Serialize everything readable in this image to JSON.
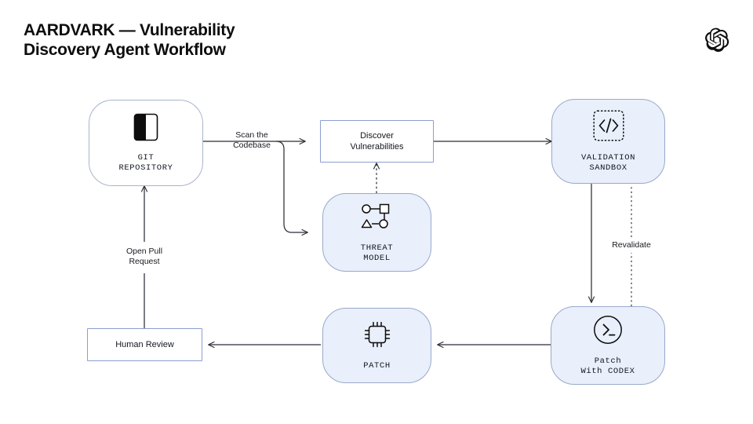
{
  "header": {
    "title": "AARDVARK — Vulnerability\nDiscovery Agent Workflow",
    "logo_icon": "openai-logo-icon"
  },
  "theme": {
    "background": "#ffffff",
    "node_fill_blue": "#e9effb",
    "node_fill_white": "#ffffff",
    "node_border_blue": "#9aa9c9",
    "rect_border": "#8d9fd0",
    "edge_stroke": "#2b2f36",
    "text": "#0d0d0d"
  },
  "diagram": {
    "type": "flowchart",
    "nodes": [
      {
        "id": "git-repository",
        "label": "GIT\nREPOSITORY",
        "shape": "rounded",
        "fill": "white",
        "icon": "book-repository-icon",
        "label_style": "mono"
      },
      {
        "id": "discover-vulnerabilities",
        "label": "Discover\nVulnerabilities",
        "shape": "rect",
        "fill": "white",
        "icon": null,
        "label_style": "sans"
      },
      {
        "id": "threat-model",
        "label": "THREAT\nMODEL",
        "shape": "rounded",
        "fill": "blue",
        "icon": "graph-nodes-icon",
        "label_style": "mono"
      },
      {
        "id": "validation-sandbox",
        "label": "VALIDATION\nSANDBOX",
        "shape": "rounded",
        "fill": "blue",
        "icon": "code-brackets-icon",
        "label_style": "mono"
      },
      {
        "id": "patch-with-codex",
        "label": "Patch\nWith CODEX",
        "shape": "rounded",
        "fill": "blue",
        "icon": "terminal-prompt-icon",
        "label_style": "mono"
      },
      {
        "id": "patch",
        "label": "PATCH",
        "shape": "rounded",
        "fill": "blue",
        "icon": "chip-icon",
        "label_style": "mono"
      },
      {
        "id": "human-review",
        "label": "Human Review",
        "shape": "rect",
        "fill": "white",
        "icon": null,
        "label_style": "sans"
      }
    ],
    "edges": [
      {
        "id": "scan-codebase",
        "from": "git-repository",
        "to": "discover-vulnerabilities",
        "label": "Scan the\nCodebase",
        "style": "solid"
      },
      {
        "id": "scan-codebase-branch",
        "from": "git-repository",
        "to": "threat-model",
        "label": "",
        "style": "solid"
      },
      {
        "id": "threat-feeds-discovery",
        "from": "threat-model",
        "to": "discover-vulnerabilities",
        "label": "",
        "style": "dotted"
      },
      {
        "id": "discovery-to-sandbox",
        "from": "discover-vulnerabilities",
        "to": "validation-sandbox",
        "label": "",
        "style": "solid"
      },
      {
        "id": "sandbox-to-codex",
        "from": "validation-sandbox",
        "to": "patch-with-codex",
        "label": "",
        "style": "solid"
      },
      {
        "id": "revalidate",
        "from": "patch-with-codex",
        "to": "validation-sandbox",
        "label": "Revalidate",
        "style": "dotted"
      },
      {
        "id": "codex-to-patch",
        "from": "patch-with-codex",
        "to": "patch",
        "label": "",
        "style": "solid"
      },
      {
        "id": "patch-to-review",
        "from": "patch",
        "to": "human-review",
        "label": "",
        "style": "solid"
      },
      {
        "id": "open-pull-request",
        "from": "human-review",
        "to": "git-repository",
        "label": "Open Pull\nRequest",
        "style": "solid"
      }
    ]
  }
}
